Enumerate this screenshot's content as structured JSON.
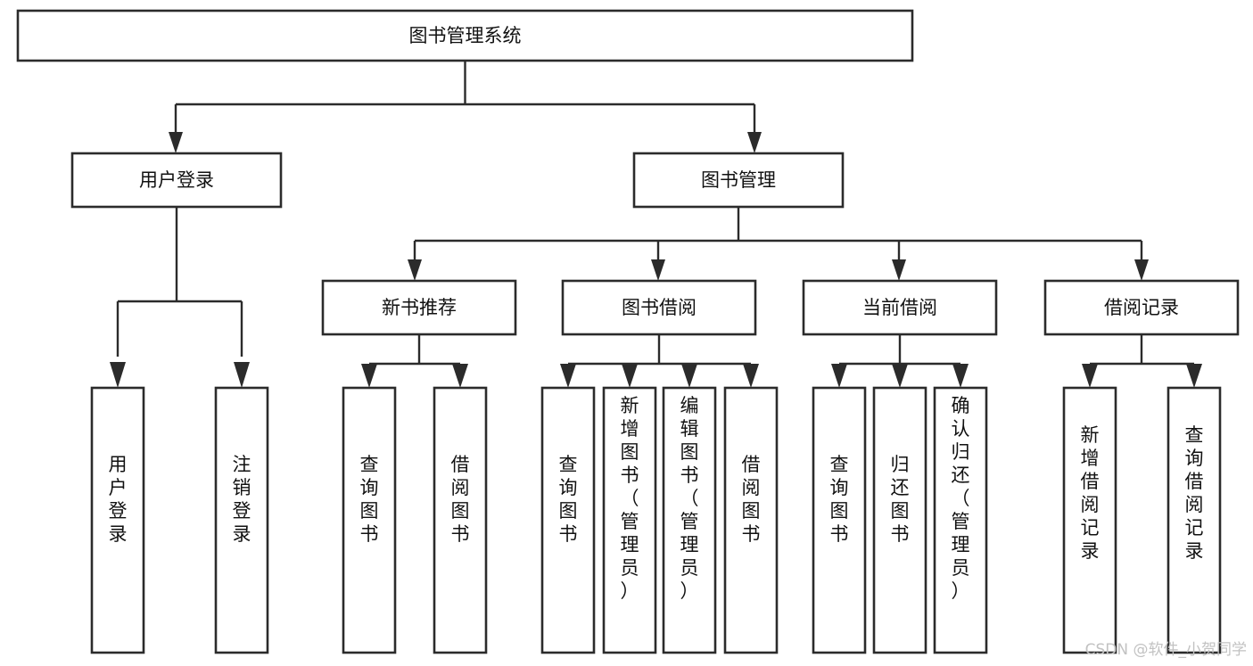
{
  "diagram": {
    "title": "图书管理系统",
    "type": "hierarchy-tree",
    "orientation": "top-down",
    "levels": 4,
    "colors": {
      "box_fill": "#ffffff",
      "box_stroke": "#2b2b2b",
      "connector": "#2b2b2b",
      "text": "#111111",
      "watermark": "#c2c2c2",
      "background": "#ffffff"
    }
  },
  "root": {
    "label": "图书管理系统"
  },
  "level2": [
    {
      "label": "用户登录"
    },
    {
      "label": "图书管理"
    }
  ],
  "level3": [
    {
      "label": "新书推荐"
    },
    {
      "label": "图书借阅"
    },
    {
      "label": "当前借阅"
    },
    {
      "label": "借阅记录"
    }
  ],
  "leaves": {
    "user_login": [
      {
        "label": "用户登录"
      },
      {
        "label": "注销登录"
      }
    ],
    "new_book_recommend": [
      {
        "label": "查询图书"
      },
      {
        "label": "借阅图书"
      }
    ],
    "book_borrow": [
      {
        "label": "查询图书"
      },
      {
        "label": "新增图书（管理员）"
      },
      {
        "label": "编辑图书（管理员）"
      },
      {
        "label": "借阅图书"
      }
    ],
    "current_borrow": [
      {
        "label": "查询图书"
      },
      {
        "label": "归还图书"
      },
      {
        "label": "确认归还（管理员）"
      }
    ],
    "borrow_record": [
      {
        "label": "新增借阅记录"
      },
      {
        "label": "查询借阅记录"
      }
    ]
  },
  "watermark": {
    "text": "CSDN @软件_小贺同学"
  }
}
